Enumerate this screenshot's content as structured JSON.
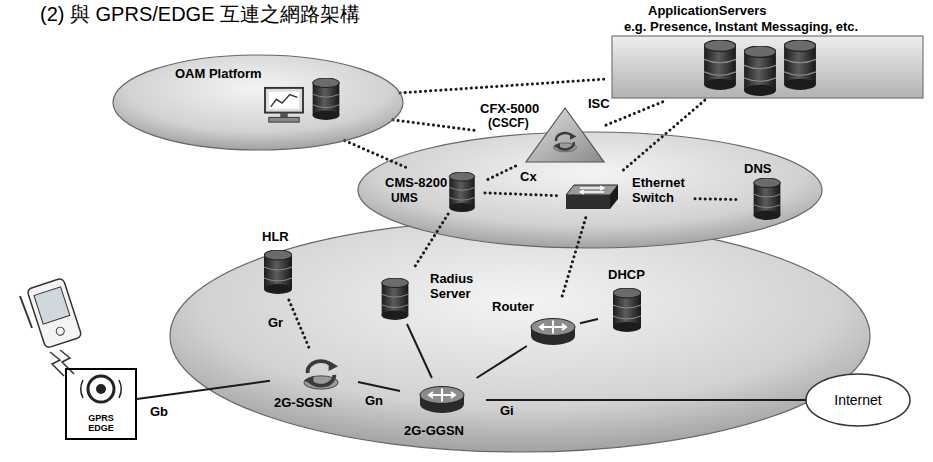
{
  "diagram": {
    "title": "(2) 與 GPRS/EDGE 互連之網路架構",
    "nodes": [
      {
        "text": [
          "OAM Platform"
        ]
      },
      {
        "text": [
          "ApplicationServers",
          "e.g. Presence, Instant Messaging, etc."
        ]
      },
      {
        "text": [
          "CFX-5000",
          "(CSCF)"
        ]
      },
      {
        "text": [
          "CMS-8200",
          "UMS"
        ]
      },
      {
        "text": [
          "Ethernet Switch"
        ]
      },
      {
        "text": [
          "DNS"
        ]
      },
      {
        "text": [
          "HLR"
        ]
      },
      {
        "text": [
          "Radius Server"
        ]
      },
      {
        "text": [
          "Router"
        ]
      },
      {
        "text": [
          "DHCP"
        ]
      },
      {
        "text": [
          "2G-SGSN"
        ]
      },
      {
        "text": [
          "2G-GGSN"
        ]
      },
      {
        "text": [
          "GPRS EDGE"
        ]
      },
      {
        "text": [
          "Internet"
        ]
      }
    ],
    "edges": [
      {
        "from": 0,
        "to": 1,
        "arrow": "none"
      },
      {
        "from": 0,
        "to": 2,
        "arrow": "none"
      },
      {
        "from": 0,
        "to": 3,
        "arrow": "none"
      },
      {
        "from": 2,
        "to": 1,
        "label": "ISC",
        "arrow": "none"
      },
      {
        "from": 2,
        "to": 3,
        "label": "Cx",
        "arrow": "none"
      },
      {
        "from": 4,
        "to": 1,
        "arrow": "none"
      },
      {
        "from": 3,
        "to": 4,
        "arrow": "none"
      },
      {
        "from": 4,
        "to": 5,
        "arrow": "none"
      },
      {
        "from": 3,
        "to": 7,
        "arrow": "none"
      },
      {
        "from": 8,
        "to": 4,
        "arrow": "none"
      },
      {
        "from": 6,
        "to": 10,
        "label": "Gr",
        "arrow": "none"
      },
      {
        "from": 12,
        "to": 10,
        "label": "Gb",
        "arrow": "none"
      },
      {
        "from": 10,
        "to": 11,
        "label": "Gn",
        "arrow": "none"
      },
      {
        "from": 11,
        "to": 13,
        "label": "Gi",
        "arrow": "none"
      },
      {
        "from": 7,
        "to": 11,
        "arrow": "none"
      },
      {
        "from": 11,
        "to": 8,
        "arrow": "none"
      },
      {
        "from": 8,
        "to": 9,
        "arrow": "none"
      }
    ]
  }
}
